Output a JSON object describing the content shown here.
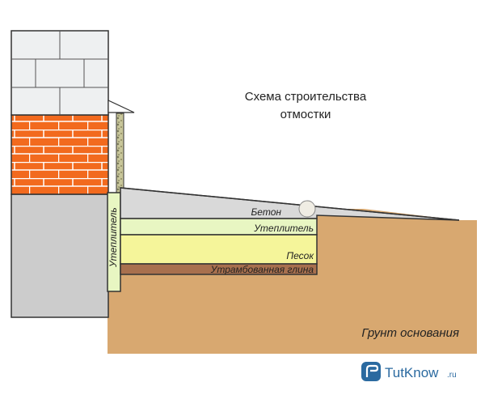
{
  "title": {
    "line1": "Схема строительства",
    "line2": "отмостки"
  },
  "labels": {
    "insulation_vertical": "Утеплитель",
    "concrete": "Бетон",
    "insulation": "Утеплитель",
    "sand": "Песок",
    "clay": "Утрамбованная глина",
    "ground": "Грунт основания"
  },
  "watermark": {
    "brand": "TutKnow",
    "suffix": ".ru"
  },
  "colors": {
    "brick": "#f26a1e",
    "block": "#eef0f1",
    "foundation": "#cccccc",
    "ground": "#d8a870",
    "insulation": "#e8f6c2",
    "sand": "#f5f59a",
    "clay": "#a8704e",
    "concrete": "#d9d9d9",
    "outline": "#333333",
    "brand": "#2b6aa0"
  }
}
